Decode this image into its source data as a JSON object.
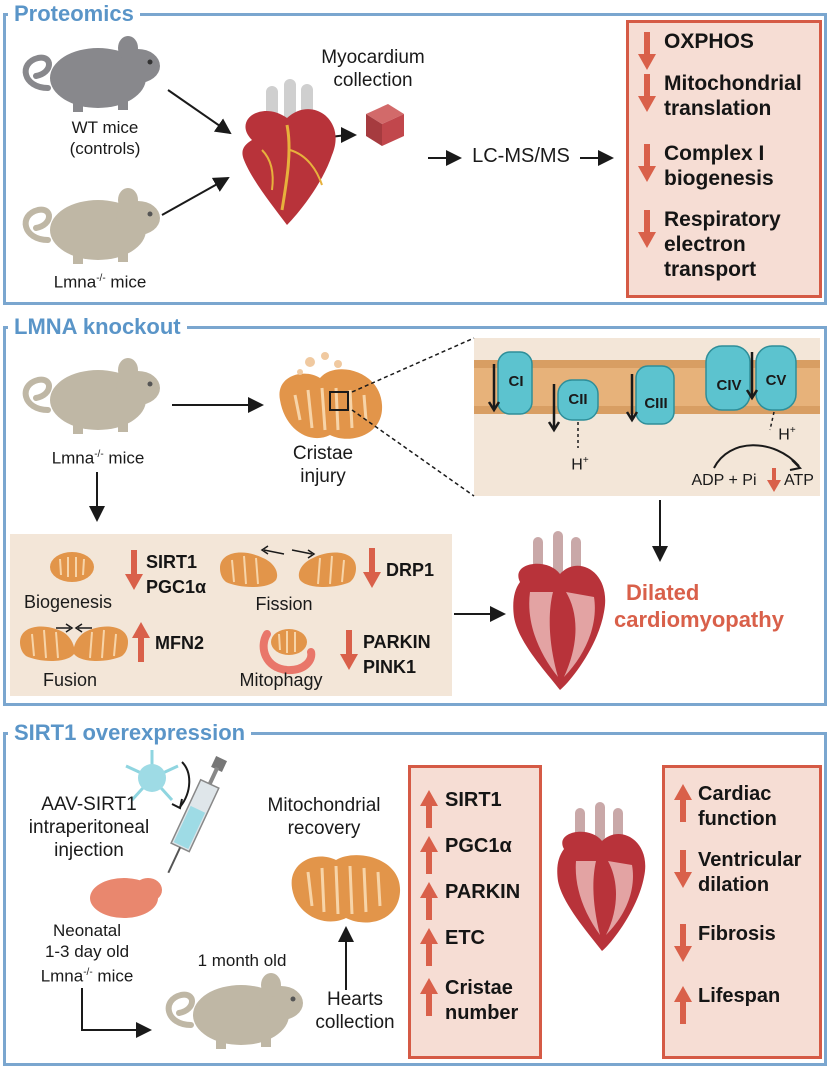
{
  "proteomics": {
    "title": "Proteomics",
    "wt_mice": "WT mice",
    "wt_controls": "(controls)",
    "lmna_mice": "Lmna",
    "lmna_sup": "-/-",
    "mice_word": "mice",
    "myocardium_1": "Myocardium",
    "myocardium_2": "collection",
    "lcms": "LC-MS/MS",
    "results": [
      {
        "direction": "down",
        "lines": [
          "OXPHOS"
        ]
      },
      {
        "direction": "down",
        "lines": [
          "Mitochondrial",
          "translation"
        ]
      },
      {
        "direction": "down",
        "lines": [
          "Complex I",
          "biogenesis"
        ]
      },
      {
        "direction": "down",
        "lines": [
          "Respiratory",
          "electron",
          "transport"
        ]
      }
    ]
  },
  "knockout": {
    "title": "LMNA knockout",
    "lmna_mice": "Lmna",
    "lmna_sup": "-/-",
    "mice_word": "mice",
    "cristae_1": "Cristae",
    "cristae_2": "injury",
    "complexes": [
      "CI",
      "CII",
      "CIII",
      "CIV",
      "CV"
    ],
    "h_plus": "H",
    "plus": "+",
    "adp": "ADP + Pi",
    "atp": "ATP",
    "dilated_1": "Dilated",
    "dilated_2": "cardiomyopathy",
    "biogenesis": "Biogenesis",
    "biogenesis_genes": [
      "SIRT1",
      "PGC1α"
    ],
    "fission": "Fission",
    "fission_gene": "DRP1",
    "fusion": "Fusion",
    "fusion_gene": "MFN2",
    "mitophagy": "Mitophagy",
    "mitophagy_genes": [
      "PARKIN",
      "PINK1"
    ]
  },
  "sirt1": {
    "title": "SIRT1 overexpression",
    "aav_1": "AAV-SIRT1",
    "aav_2": "intraperitoneal",
    "aav_3": "injection",
    "neonatal_1": "Neonatal",
    "neonatal_2": "1-3 day old",
    "neonatal_3": "Lmna",
    "neonatal_sup": "-/-",
    "mice_word": "mice",
    "one_month": "1 month old",
    "hearts_1": "Hearts",
    "hearts_2": "collection",
    "mito_1": "Mitochondrial",
    "mito_2": "recovery",
    "markers": [
      {
        "direction": "up",
        "lines": [
          "SIRT1"
        ]
      },
      {
        "direction": "up",
        "lines": [
          "PGC1α"
        ]
      },
      {
        "direction": "up",
        "lines": [
          "PARKIN"
        ]
      },
      {
        "direction": "up",
        "lines": [
          "ETC"
        ]
      },
      {
        "direction": "up",
        "lines": [
          "Cristae",
          "number"
        ]
      }
    ],
    "outcomes": [
      {
        "direction": "up",
        "lines": [
          "Cardiac",
          "function"
        ]
      },
      {
        "direction": "down",
        "lines": [
          "Ventricular",
          "dilation"
        ]
      },
      {
        "direction": "down",
        "lines": [
          "Fibrosis"
        ]
      },
      {
        "direction": "up",
        "lines": [
          "Lifespan"
        ]
      }
    ]
  },
  "colors": {
    "panel_border": "#7aa6cf",
    "title": "#5a95c8",
    "red_arrow": "#d9604a",
    "box_fill": "#f6ddd4",
    "box_border": "#d55a45",
    "mouse_gray": "#88888c",
    "mouse_beige": "#bfb7a5",
    "mito_orange": "#e2954a",
    "complex_teal": "#5cc3cf",
    "dilated_red": "#d9604a"
  }
}
